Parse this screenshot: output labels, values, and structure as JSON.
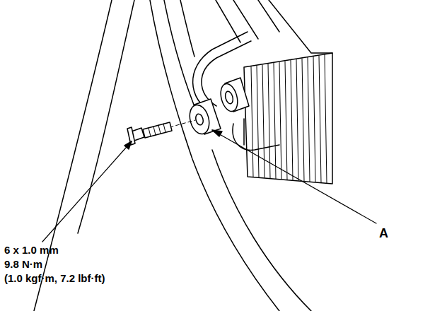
{
  "diagram": {
    "labels": [
      "6 x 1.0 mm",
      "9.8 N·m",
      "(1.0 kgf·m, 7.2 lbf·ft)",
      "A"
    ]
  }
}
